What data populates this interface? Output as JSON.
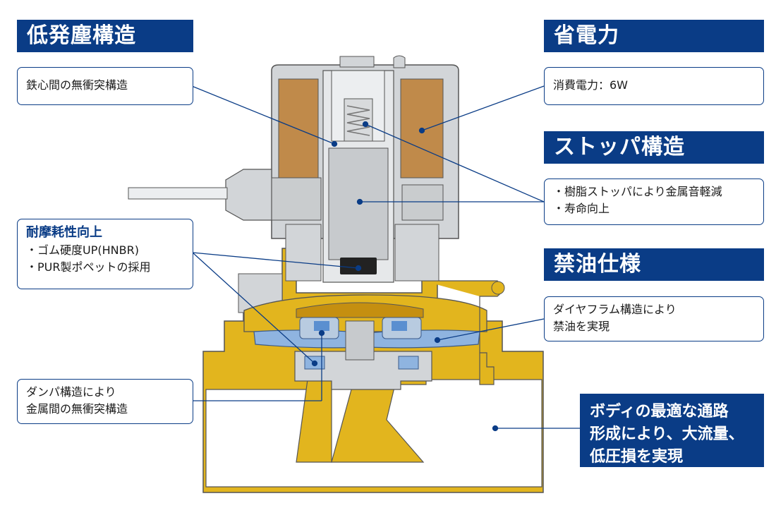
{
  "headers": {
    "low_dust": "低発塵構造",
    "energy": "省電力",
    "stopper": "ストッパ構造",
    "oil_free": "禁油仕様"
  },
  "callouts": {
    "core": "鉄心間の無衝突構造",
    "power": "消費電力：6W",
    "stopper_items": [
      "・樹脂ストッパにより金属音軽減",
      "・寿命向上"
    ],
    "durability": {
      "title": "耐摩耗性向上",
      "items": [
        "・ゴム硬度UP(HNBR)",
        "・PUR製ポペットの採用"
      ]
    },
    "diaphragm": [
      "ダイヤフラム構造により",
      "禁油を実現"
    ],
    "damper": [
      "ダンパ構造により",
      "金属間の無衝突構造"
    ],
    "body": [
      "ボディの最適な通路",
      "形成により、大流量、",
      "低圧損を実現"
    ]
  },
  "colors": {
    "navy": "#0a3c86",
    "brass": "#e2b51e",
    "coil": "#c08a4a",
    "steel": "#d2d5d8",
    "diaphragm": "#8fb4e0"
  }
}
